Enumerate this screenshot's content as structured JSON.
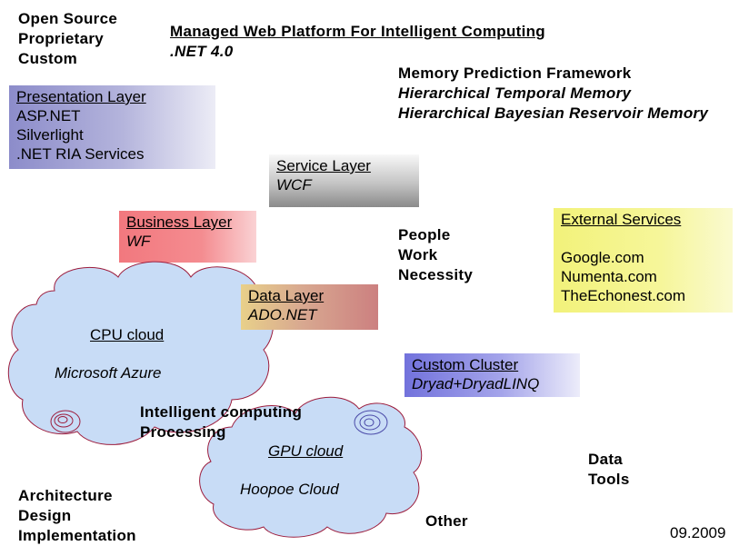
{
  "top_left": [
    "Open Source",
    "Proprietary",
    "Custom"
  ],
  "platform": {
    "title": "Managed Web Platform For Intelligent Computing",
    "subtitle": ".NET 4.0"
  },
  "memory": {
    "title": "Memory Prediction Framework",
    "items": [
      "Hierarchical Temporal Memory",
      "Hierarchical Bayesian Reservoir Memory"
    ]
  },
  "presentation_layer": {
    "title": "Presentation Layer",
    "items": [
      "ASP.NET",
      "Silverlight",
      ".NET RIA Services"
    ]
  },
  "service_layer": {
    "title": "Service Layer",
    "tech": "WCF"
  },
  "business_layer": {
    "title": "Business Layer",
    "tech": "WF"
  },
  "data_layer": {
    "title": "Data Layer",
    "tech": "ADO.NET"
  },
  "people": [
    "People",
    "Work",
    "Necessity"
  ],
  "external_services": {
    "title": "External Services",
    "items": [
      "Google.com",
      "Numenta.com",
      "TheEchonest.com"
    ]
  },
  "cpu_cloud": {
    "title": "CPU cloud",
    "provider": "Microsoft Azure"
  },
  "custom_cluster": {
    "title": "Custom Cluster",
    "tech": "Dryad+DryadLINQ"
  },
  "intelligent": [
    "Intelligent computing",
    "Processing"
  ],
  "gpu_cloud": {
    "title": "GPU cloud",
    "provider": "Hoopoe Cloud"
  },
  "data_tools": [
    "Data",
    "Tools"
  ],
  "architecture": [
    "Architecture",
    "Design",
    "Implementation"
  ],
  "other": "Other",
  "date": "09.2009",
  "colors": {
    "presentation": "#9a9ad2",
    "service": "#aaaaaa",
    "business": "#f27c82",
    "data_layer": "#d6a08a",
    "external": "#f4f480",
    "cluster": "#8c8ce4",
    "cloud_fill": "#c8dcf6",
    "cloud_stroke": "#9c1c3c"
  }
}
